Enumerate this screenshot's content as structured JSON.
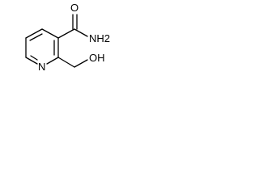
{
  "molecule": {
    "atom_labels": {
      "ring_nitrogen": "N",
      "carbonyl_oxygen": "O",
      "amide_group": "NH2",
      "hydroxyl_group": "OH"
    },
    "colors": {
      "bond": "#000000",
      "label": "#000000",
      "background": "#ffffff"
    }
  }
}
